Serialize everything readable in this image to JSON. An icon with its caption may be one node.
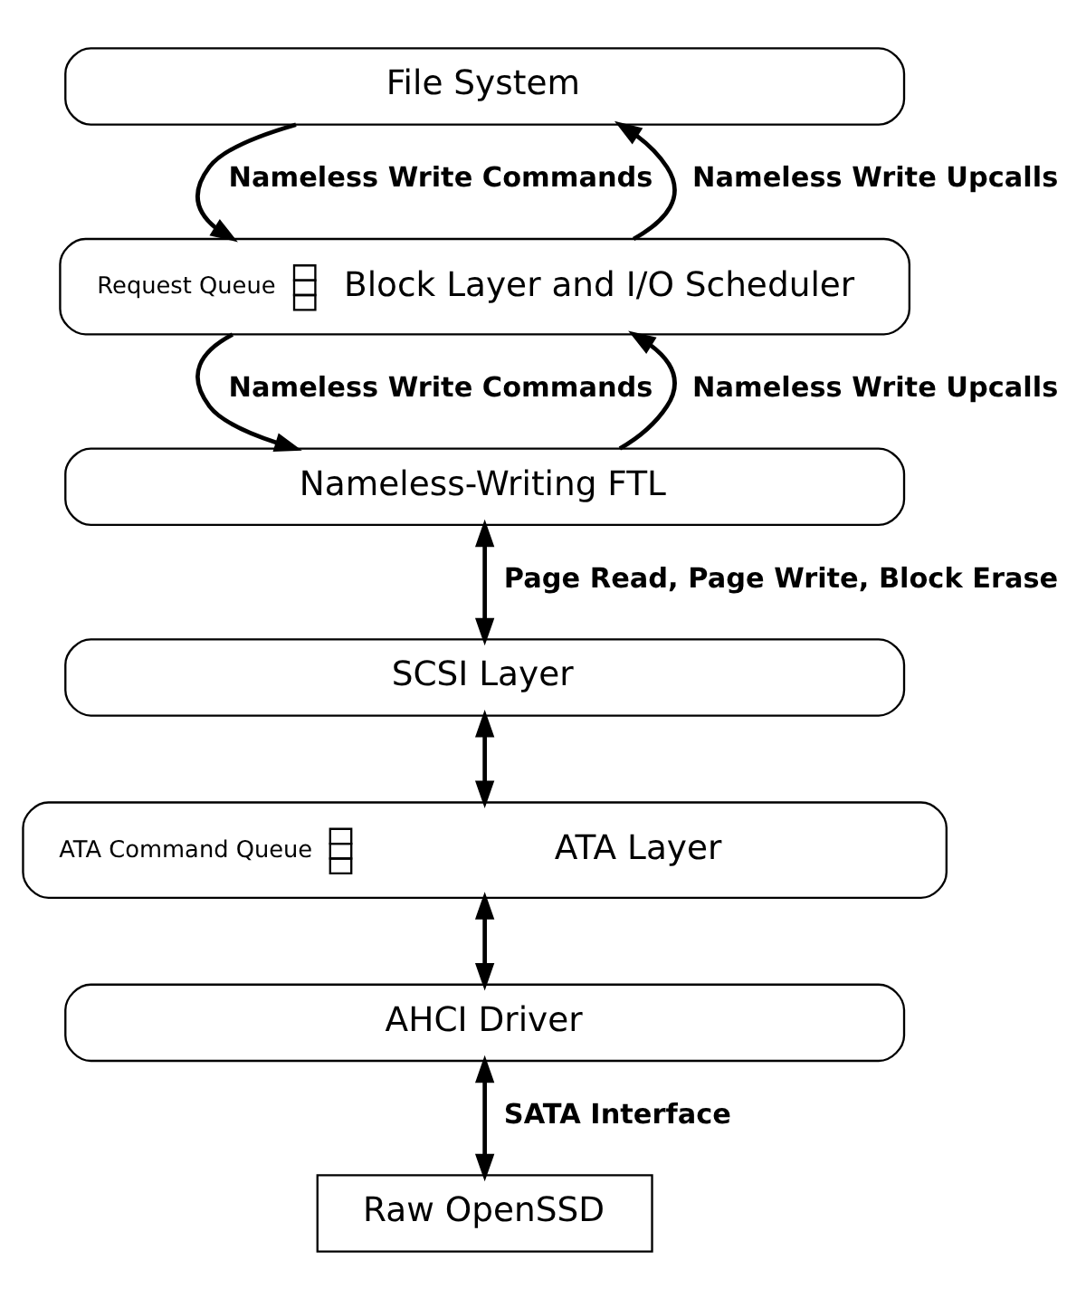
{
  "diagram": {
    "nodes": [
      {
        "text": [
          "File System"
        ]
      },
      {
        "text": [
          "Request Queue",
          "Block Layer and I/O Scheduler"
        ]
      },
      {
        "text": [
          "Nameless-Writing FTL"
        ]
      },
      {
        "text": [
          "SCSI Layer"
        ]
      },
      {
        "text": [
          "ATA Command Queue",
          "ATA Layer"
        ]
      },
      {
        "text": [
          "AHCI Driver"
        ]
      },
      {
        "text": [
          "Raw OpenSSD"
        ]
      }
    ],
    "edges": [
      {
        "from": 0,
        "to": 1,
        "arrow": "to",
        "label": "Nameless Write Commands"
      },
      {
        "from": 1,
        "to": 0,
        "arrow": "to",
        "label": "Nameless Write Upcalls"
      },
      {
        "from": 1,
        "to": 2,
        "arrow": "to",
        "label": "Nameless Write Commands"
      },
      {
        "from": 2,
        "to": 1,
        "arrow": "to",
        "label": "Nameless Write Upcalls"
      },
      {
        "from": 2,
        "to": 3,
        "arrow": "both",
        "label": "Page Read, Page Write, Block Erase"
      },
      {
        "from": 3,
        "to": 4,
        "arrow": "both"
      },
      {
        "from": 4,
        "to": 5,
        "arrow": "both"
      },
      {
        "from": 5,
        "to": 6,
        "arrow": "both",
        "label": "SATA Interface"
      }
    ]
  }
}
